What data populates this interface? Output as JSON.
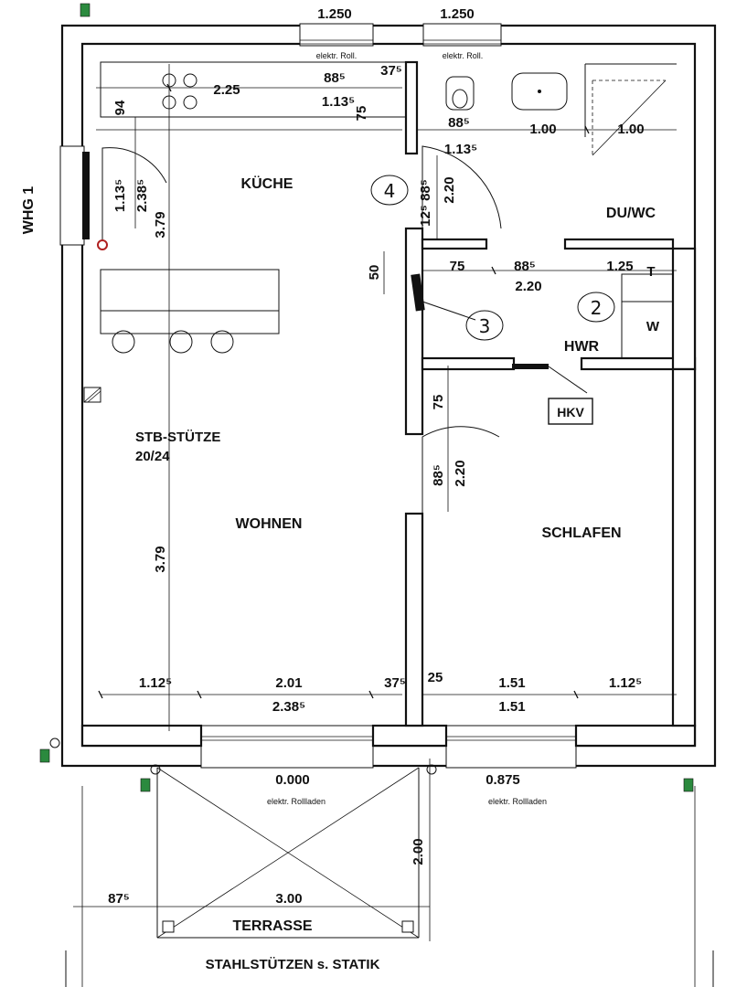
{
  "title": "WHG 1",
  "rooms": {
    "kueche": "KÜCHE",
    "wohnen": "WOHNEN",
    "schlafen": "SCHLAFEN",
    "duwc": "DU/WC",
    "hwr": "HWR",
    "terrasse": "TERRASSE"
  },
  "labels": {
    "stb_stuetze_1": "STB-STÜTZE",
    "stb_stuetze_2": "20/24",
    "stahlstuetzen": "STAHLSTÜTZEN s. STATIK",
    "hkv": "HKV",
    "w": "W",
    "t": "T",
    "rollladen_top_1": "elektr. Roll.",
    "rollladen_top_2": "elektr. Roll.",
    "rollladen_bottom_1": "elektr. Rollladen",
    "rollladen_bottom_2": "elektr. Rollladen",
    "level_1": "0.000",
    "level_2": "0.875"
  },
  "markers": {
    "m2": "2",
    "m3": "3",
    "m4": "4"
  },
  "dimensions": {
    "top_1250_a": "1.250",
    "top_1250_b": "1.250",
    "kitchen_225": "2.25",
    "d_885_a": "88⁵",
    "d_375_a": "37⁵",
    "d_113_a": "1.13⁵",
    "d_75_a": "75",
    "d_94": "94",
    "d_885_b": "88⁵",
    "d_100_a": "1.00",
    "d_100_b": "1.00",
    "d_113_b": "1.13⁵",
    "d_113_c": "1.13⁵",
    "d_238_a": "2.38⁵",
    "d_379_a": "3.79",
    "d_125_a": "12⁵",
    "d_885_c": "88⁵",
    "d_220_a": "2.20",
    "d_50": "50",
    "d_75_b": "75",
    "d_885_d": "88⁵",
    "d_125_b": "1.25",
    "d_220_b": "2.20",
    "d_75_c": "75",
    "d_885_e": "88⁵",
    "d_220_c": "2.20",
    "d_379_b": "3.79",
    "b_112_a": "1.12⁵",
    "b_201": "2.01",
    "b_375": "37⁵",
    "b_25": "25",
    "b_151_a": "1.51",
    "b_112_b": "1.12⁵",
    "b_238": "2.38⁵",
    "b_151_b": "1.51",
    "t_200": "2.00",
    "t_875": "87⁵",
    "t_300": "3.00"
  }
}
